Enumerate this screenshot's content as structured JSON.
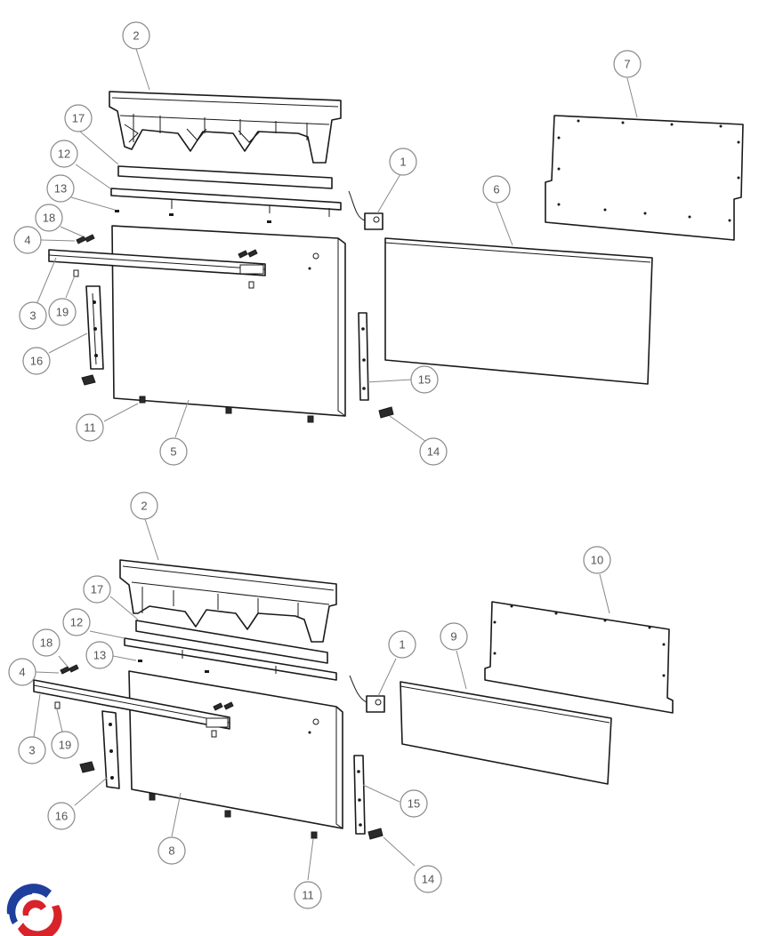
{
  "diagram": {
    "type": "exploded-parts-view",
    "callout_numbers_upper": [
      "1",
      "2",
      "3",
      "4",
      "5",
      "6",
      "7",
      "11",
      "12",
      "13",
      "14",
      "15",
      "16",
      "17",
      "18",
      "19"
    ],
    "callout_numbers_lower": [
      "1",
      "2",
      "3",
      "4",
      "8",
      "9",
      "10",
      "11",
      "12",
      "13",
      "14",
      "15",
      "16",
      "17",
      "18",
      "19"
    ]
  },
  "callouts": [
    {
      "id": "u-1",
      "label": "1"
    },
    {
      "id": "u-2",
      "label": "2"
    },
    {
      "id": "u-3",
      "label": "3"
    },
    {
      "id": "u-4",
      "label": "4"
    },
    {
      "id": "u-5",
      "label": "5"
    },
    {
      "id": "u-6",
      "label": "6"
    },
    {
      "id": "u-7",
      "label": "7"
    },
    {
      "id": "u-11",
      "label": "11"
    },
    {
      "id": "u-12",
      "label": "12"
    },
    {
      "id": "u-13",
      "label": "13"
    },
    {
      "id": "u-14",
      "label": "14"
    },
    {
      "id": "u-15",
      "label": "15"
    },
    {
      "id": "u-16",
      "label": "16"
    },
    {
      "id": "u-17",
      "label": "17"
    },
    {
      "id": "u-18",
      "label": "18"
    },
    {
      "id": "u-19",
      "label": "19"
    },
    {
      "id": "l-1",
      "label": "1"
    },
    {
      "id": "l-2",
      "label": "2"
    },
    {
      "id": "l-3",
      "label": "3"
    },
    {
      "id": "l-4",
      "label": "4"
    },
    {
      "id": "l-8",
      "label": "8"
    },
    {
      "id": "l-9",
      "label": "9"
    },
    {
      "id": "l-10",
      "label": "10"
    },
    {
      "id": "l-11",
      "label": "11"
    },
    {
      "id": "l-12",
      "label": "12"
    },
    {
      "id": "l-13",
      "label": "13"
    },
    {
      "id": "l-14",
      "label": "14"
    },
    {
      "id": "l-15",
      "label": "15"
    },
    {
      "id": "l-16",
      "label": "16"
    },
    {
      "id": "l-17",
      "label": "17"
    },
    {
      "id": "l-18",
      "label": "18"
    },
    {
      "id": "l-19",
      "label": "19"
    }
  ],
  "logo": {
    "name": "brand-logo",
    "colors": [
      "#1e3f9c",
      "#d8232a"
    ]
  }
}
